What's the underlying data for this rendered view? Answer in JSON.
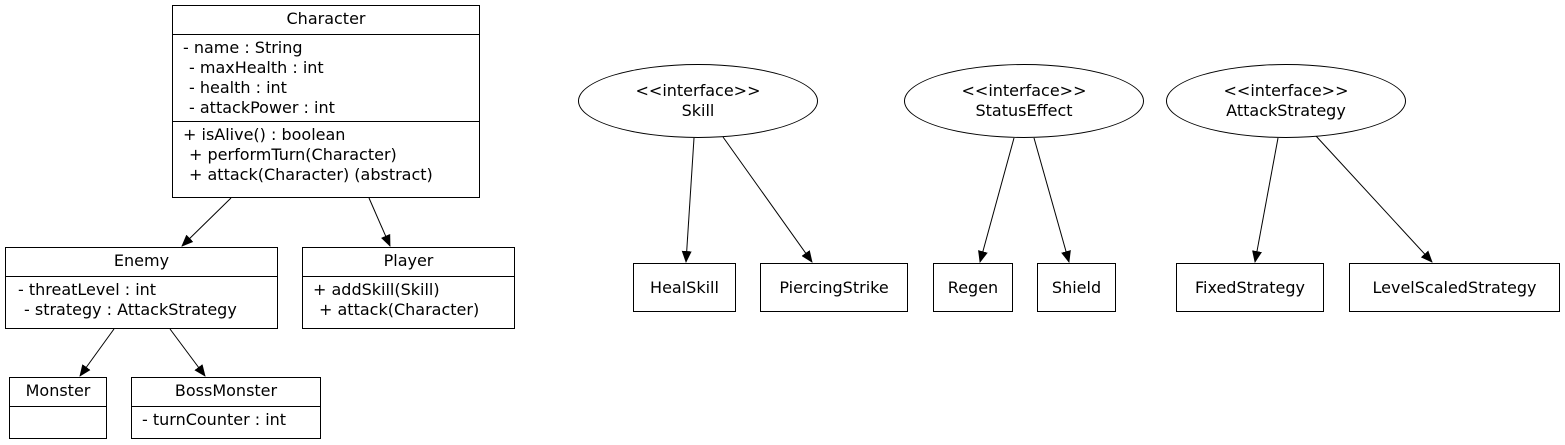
{
  "classes": {
    "character": {
      "name": "Character",
      "attributes": [
        "- name : String",
        "- maxHealth : int",
        "- health : int",
        "- attackPower : int"
      ],
      "methods": [
        "+ isAlive() : boolean",
        "+ performTurn(Character)",
        "+ attack(Character) (abstract)"
      ]
    },
    "enemy": {
      "name": "Enemy",
      "attributes": [
        "- threatLevel : int",
        "- strategy : AttackStrategy"
      ]
    },
    "player": {
      "name": "Player",
      "methods": [
        "+ addSkill(Skill)",
        "+ attack(Character)"
      ]
    },
    "monster": {
      "name": "Monster"
    },
    "boss_monster": {
      "name": "BossMonster",
      "attributes": [
        "- turnCounter : int"
      ]
    }
  },
  "interfaces": {
    "skill": {
      "stereotype": "<<interface>>",
      "name": "Skill"
    },
    "status_effect": {
      "stereotype": "<<interface>>",
      "name": "StatusEffect"
    },
    "attack_strategy": {
      "stereotype": "<<interface>>",
      "name": "AttackStrategy"
    }
  },
  "implementations": {
    "heal_skill": "HealSkill",
    "piercing_strike": "PiercingStrike",
    "regen": "Regen",
    "shield": "Shield",
    "fixed_strategy": "FixedStrategy",
    "level_scaled_strategy": "LevelScaledStrategy"
  }
}
